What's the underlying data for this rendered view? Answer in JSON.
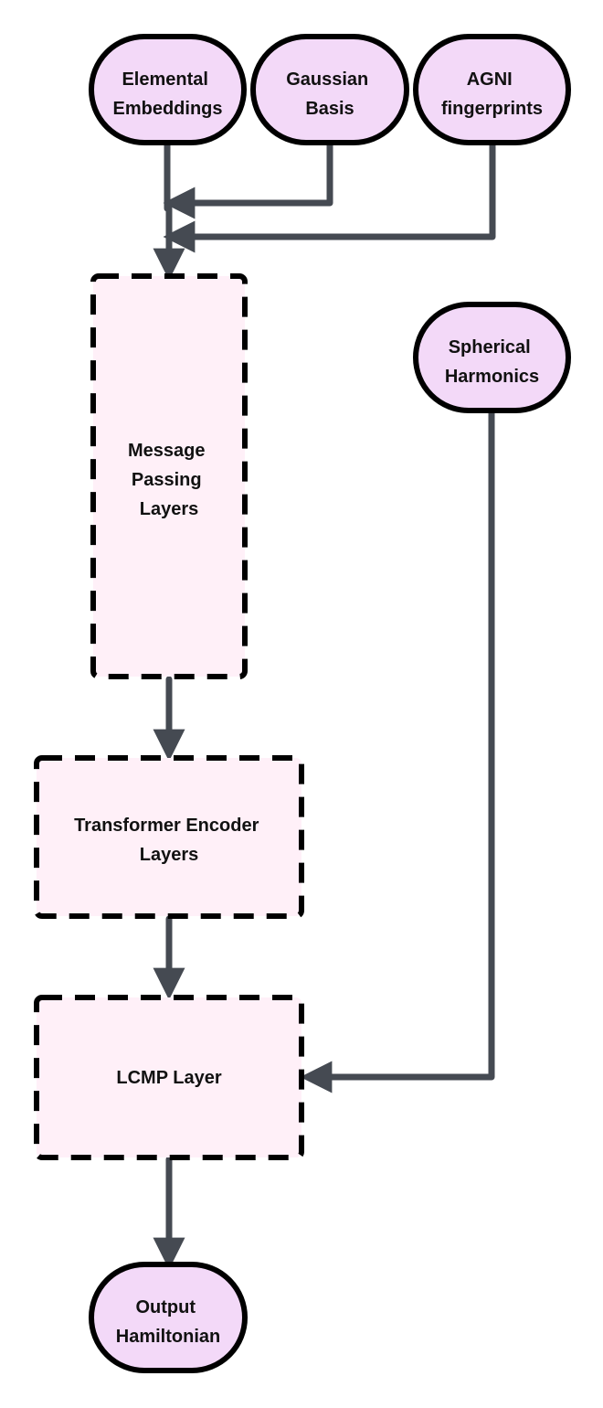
{
  "colors": {
    "oval_fill": "#f3d9f8",
    "oval_stroke": "#000000",
    "box_fill": "#fff0f8",
    "box_stroke": "#000000",
    "arrow": "#454a52"
  },
  "nodes": {
    "elemental_embeddings": {
      "lines": [
        "Elemental",
        "Embeddings"
      ]
    },
    "gaussian_basis": {
      "lines": [
        "Gaussian",
        "Basis"
      ]
    },
    "agni_fingerprints": {
      "lines": [
        "AGNI",
        "fingerprints"
      ]
    },
    "spherical_harmonics": {
      "lines": [
        "Spherical",
        "Harmonics"
      ]
    },
    "message_passing": {
      "lines": [
        "Message",
        "Passing",
        "Layers"
      ]
    },
    "transformer_encoder": {
      "lines": [
        "Transformer Encoder",
        "Layers"
      ]
    },
    "lcmp_layer": {
      "lines": [
        "LCMP Layer"
      ]
    },
    "output_hamiltonian": {
      "lines": [
        "Output",
        "Hamiltonian"
      ]
    }
  }
}
